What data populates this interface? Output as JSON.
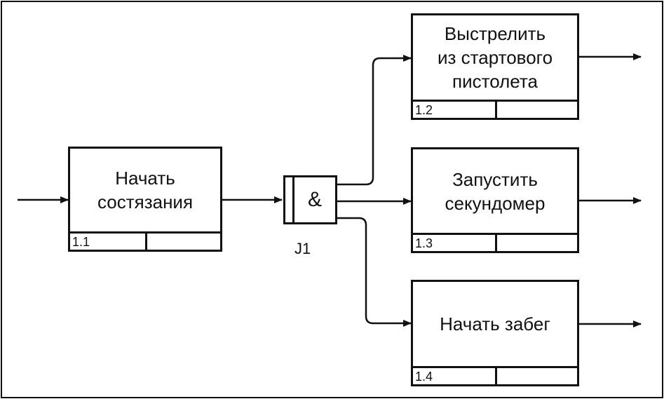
{
  "diagram": {
    "boxes": [
      {
        "id": "b11",
        "label": "Начать\nсостязания",
        "number": "1.1"
      },
      {
        "id": "b12",
        "label": "Выстрелить\nиз стартового\nпистолета",
        "number": "1.2"
      },
      {
        "id": "b13",
        "label": "Запустить\nсекундомер",
        "number": "1.3"
      },
      {
        "id": "b14",
        "label": "Начать забег",
        "number": "1.4"
      }
    ],
    "junction": {
      "symbol": "&",
      "label": "J1",
      "type": "AND"
    },
    "connections": [
      {
        "from": "external-input",
        "to": "b11"
      },
      {
        "from": "b11",
        "to": "junction"
      },
      {
        "from": "junction",
        "to": "b12"
      },
      {
        "from": "junction",
        "to": "b13"
      },
      {
        "from": "junction",
        "to": "b14"
      },
      {
        "from": "b12",
        "to": "external-output"
      },
      {
        "from": "b13",
        "to": "external-output"
      },
      {
        "from": "b14",
        "to": "external-output"
      }
    ]
  }
}
